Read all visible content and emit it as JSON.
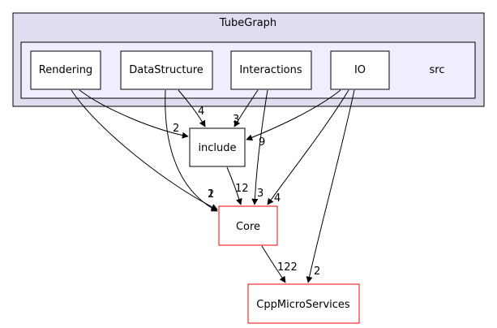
{
  "clusters": {
    "outer_label": "TubeGraph",
    "inner_label": "src"
  },
  "nodes": {
    "rendering": "Rendering",
    "datastructure": "DataStructure",
    "interactions": "Interactions",
    "io": "IO",
    "include": "include",
    "core": "Core",
    "cppmicroservices": "CppMicroServices"
  },
  "edge_labels": {
    "rendering_include": "2",
    "rendering_core": "1",
    "datastructure_include": "4",
    "datastructure_core": "2",
    "interactions_include": "3",
    "interactions_core": "3",
    "io_include": "9",
    "io_core": "4",
    "io_cppmicroservices": "2",
    "include_core": "12",
    "core_cppmicroservices": "122"
  },
  "colors": {
    "outer_cluster_fill": "#dedef0",
    "inner_cluster_fill": "#eeeeff",
    "node_stroke": "#000000",
    "external_node_stroke": "#ff0000"
  }
}
